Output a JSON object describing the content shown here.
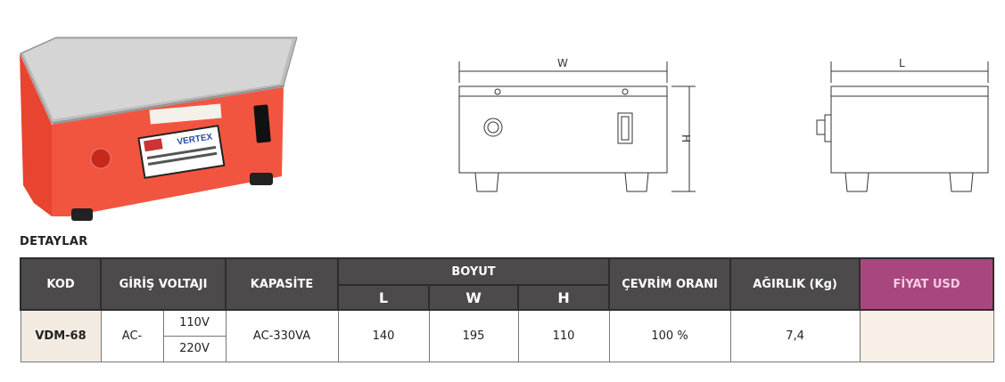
{
  "product_photo": {
    "logo_text": "VERTEX",
    "colors": {
      "body": "#f2553f",
      "top": "#c8c8c8"
    }
  },
  "section_title": "DETAYLAR",
  "drawing": {
    "front_width_label": "W",
    "front_height_label": "H",
    "side_length_label": "L"
  },
  "table": {
    "headers": {
      "kod": "KOD",
      "giris_voltaji": "GİRİŞ VOLTAJI",
      "kapasite": "KAPASİTE",
      "boyut": "BOYUT",
      "l": "L",
      "w": "W",
      "h": "H",
      "cevrim_orani": "ÇEVRİM ORANI",
      "agirlik": "AĞIRLIK (Kg)",
      "fiyat": "FİYAT USD"
    },
    "rows": [
      {
        "kod": "VDM-68",
        "voltage_prefix": "AC-",
        "voltage_1": "110V",
        "voltage_2": "220V",
        "kapasite": "AC-330VA",
        "l": "140",
        "w": "195",
        "h": "110",
        "cevrim_orani": "100 %",
        "agirlik": "7,4",
        "fiyat": ""
      }
    ],
    "colors": {
      "header": "#4c4a4b",
      "price_header": "#a8477f",
      "code_cell": "#f3ebe2"
    }
  }
}
